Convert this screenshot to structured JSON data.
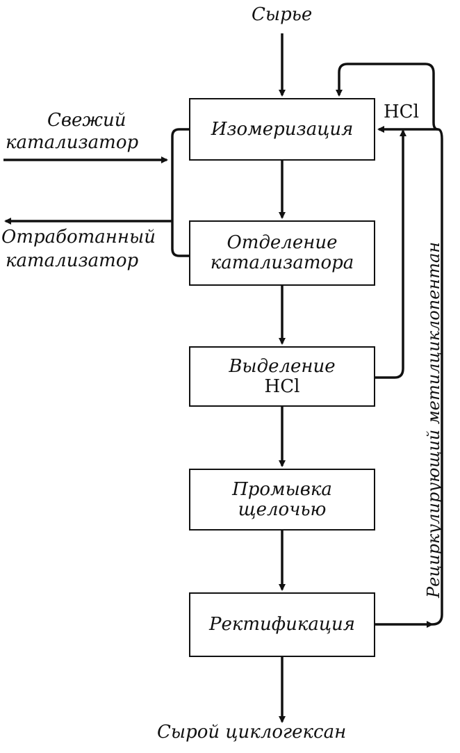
{
  "input_label": "Сырье",
  "output_label": "Сырой циклогексан",
  "steps": [
    {
      "line1": "Изомеризация",
      "line2": ""
    },
    {
      "line1": "Отделение",
      "line2": "катализатора"
    },
    {
      "line1": "Выделение",
      "line2": "HCl"
    },
    {
      "line1": "Промывка",
      "line2": "щелочью"
    },
    {
      "line1": "Ректификация",
      "line2": ""
    }
  ],
  "fresh_catalyst": {
    "line1": "Свежий",
    "line2": "катализатор"
  },
  "spent_catalyst": {
    "line1": "Отработанный",
    "line2": "катализатор"
  },
  "hcl_recycle_label": "HCl",
  "recycle_label": "Рециркулирующий метилциклопентан",
  "colors": {
    "ink": "#111111",
    "background": "#ffffff"
  }
}
